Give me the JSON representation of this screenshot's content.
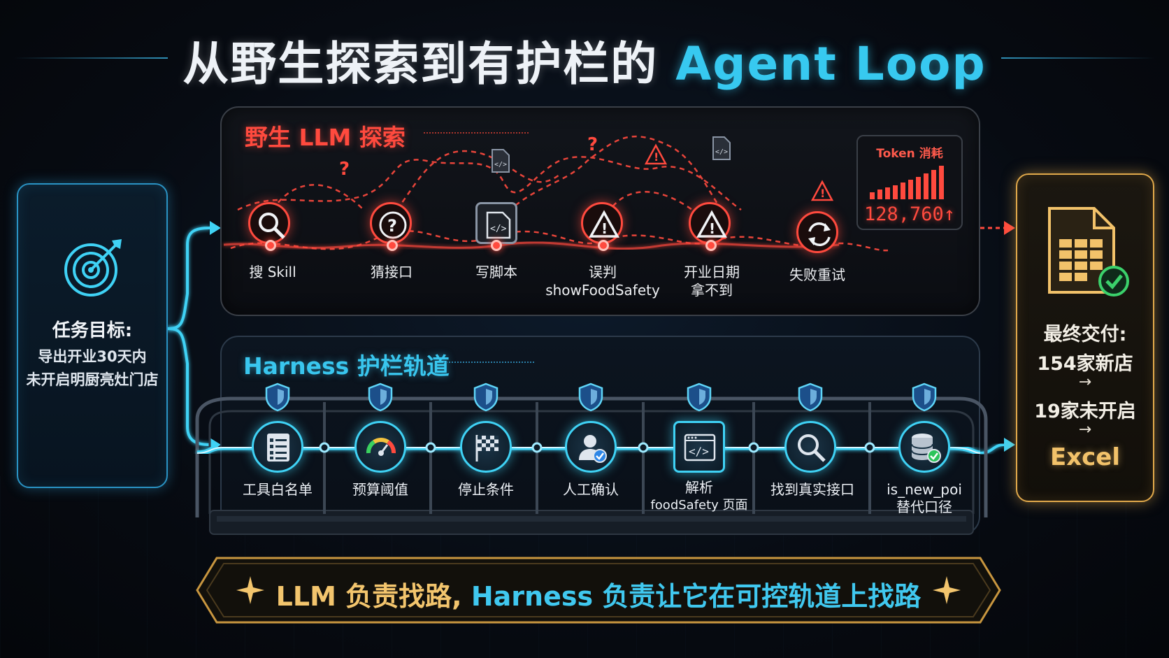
{
  "title": {
    "part1": "从野生探索到有护栏的",
    "part2": "Agent Loop"
  },
  "goal": {
    "label": "任务目标:",
    "desc_line1": "导出开业30天内",
    "desc_line2": "未开启明厨亮灶门店",
    "icon": "target-icon"
  },
  "wild": {
    "title": "野生 LLM 探索",
    "steps": [
      {
        "label": "搜 Skill",
        "icon": "search-icon"
      },
      {
        "label": "猜接口",
        "icon": "question-icon"
      },
      {
        "label": "写脚本",
        "icon": "code-file-icon"
      },
      {
        "label": "误判",
        "label2": "showFoodSafety",
        "icon": "warning-icon"
      },
      {
        "label": "开业日期",
        "label2": "拿不到",
        "icon": "warning-icon"
      },
      {
        "label": "失败重试",
        "icon": "retry-icon"
      }
    ],
    "token": {
      "label": "Token 消耗",
      "value": "128,760↑"
    }
  },
  "harness": {
    "title": "Harness 护栏轨道",
    "steps": [
      {
        "label": "工具白名单",
        "icon": "checklist-icon"
      },
      {
        "label": "预算阈值",
        "icon": "gauge-icon"
      },
      {
        "label": "停止条件",
        "icon": "checkered-flag-icon"
      },
      {
        "label": "人工确认",
        "icon": "user-check-icon"
      },
      {
        "label": "解析",
        "label2": "foodSafety 页面",
        "icon": "code-window-icon"
      },
      {
        "label": "找到真实接口",
        "icon": "search-icon"
      },
      {
        "label": "is_new_poi",
        "label2": "替代口径",
        "icon": "database-check-icon"
      }
    ]
  },
  "deliver": {
    "label": "最终交付:",
    "value1": "154家新店",
    "arrow": "→",
    "value2": "19家未开启",
    "value3": "Excel",
    "icon": "spreadsheet-check-icon"
  },
  "banner": {
    "part1": "LLM 负责找路,",
    "part2": "Harness 负责让它在可控轨道上找路"
  },
  "colors": {
    "red": "#ff4a3e",
    "cyan": "#3fd2f5",
    "gold": "#e1a94b"
  }
}
